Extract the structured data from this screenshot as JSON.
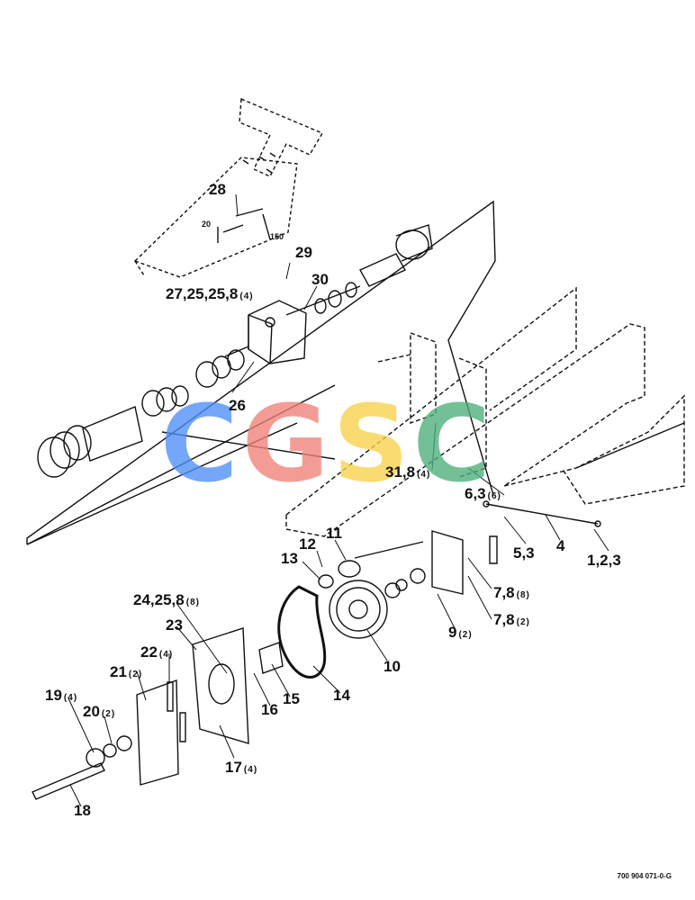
{
  "callouts": {
    "c28": "28",
    "c29": "29",
    "c30": "30",
    "c27": "27,25,25,8",
    "c27_qty": "(4)",
    "c26": "26",
    "c31": "31,8",
    "c31_qty": "(4)",
    "c6": "6,3",
    "c6_qty": "(6)",
    "c5": "5,3",
    "c4": "4",
    "c1": "1,2,3",
    "c11": "11",
    "c12": "12",
    "c13": "13",
    "c24": "24,25,8",
    "c24_qty": "(8)",
    "c23": "23",
    "c22": "22",
    "c22_qty": "(4)",
    "c21": "21",
    "c21_qty": "(2)",
    "c19": "19",
    "c19_qty": "(4)",
    "c20": "20",
    "c20_qty": "(2)",
    "c18": "18",
    "c17": "17",
    "c17_qty": "(4)",
    "c16": "16",
    "c15": "15",
    "c14": "14",
    "c10": "10",
    "c9": "9",
    "c9_qty": "(2)",
    "c7a": "7,8",
    "c7a_qty": "(8)",
    "c7b": "7,8",
    "c7b_qty": "(2)"
  },
  "dimensions": {
    "d20": "20",
    "d150": "150"
  },
  "drawing_number": "700 904 071-0-G",
  "watermark": {
    "letters": [
      "C",
      "G",
      "S",
      "C"
    ],
    "colors": [
      "#4f8ff7",
      "#f08178",
      "#f9d24a",
      "#4caf7a"
    ]
  }
}
